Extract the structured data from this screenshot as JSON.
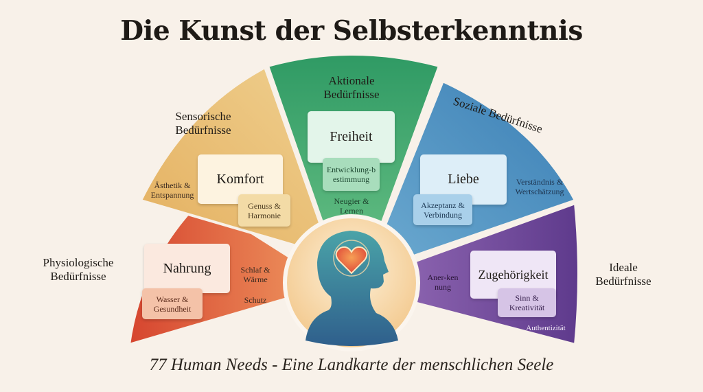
{
  "title": "Die Kunst der Selbsterkenntnis",
  "subtitle": "77 Human Needs - Eine Landkarte der menschlichen Seele",
  "colors": {
    "physiological": "#d9503a",
    "sensory": "#e6b866",
    "actional": "#3aa36c",
    "social": "#4a8fc0",
    "ideal": "#6c4896",
    "background": "#f8f1e9"
  },
  "center_icon": "head-with-heart-icon",
  "segments": [
    {
      "category": "Physiologische Bedürfnisse",
      "main": "Nahrung",
      "secondary": "Wasser & Gesundheit",
      "labels": [
        "Schlaf & Wärme",
        "Schutz"
      ]
    },
    {
      "category": "Sensorische Bedürfnisse",
      "main": "Komfort",
      "secondary": "Genuss & Harmonie",
      "labels": [
        "Ästhetik & Entspannung"
      ]
    },
    {
      "category": "Aktionale Bedürfnisse",
      "main": "Freiheit",
      "secondary": "Entwicklung-bestimmung",
      "labels": [
        "Neugier & Lernen"
      ]
    },
    {
      "category": "Soziale Bedürfnisse",
      "main": "Liebe",
      "secondary": "Akzeptanz & Verbindung",
      "labels": [
        "Verständnis & Wertschätzung"
      ]
    },
    {
      "category": "Ideale Bedürfnisse",
      "main": "Zugehörigkeit",
      "secondary": "Sinn & Kreativität",
      "labels": [
        "Aner-kennung",
        "Authentizität"
      ]
    }
  ]
}
